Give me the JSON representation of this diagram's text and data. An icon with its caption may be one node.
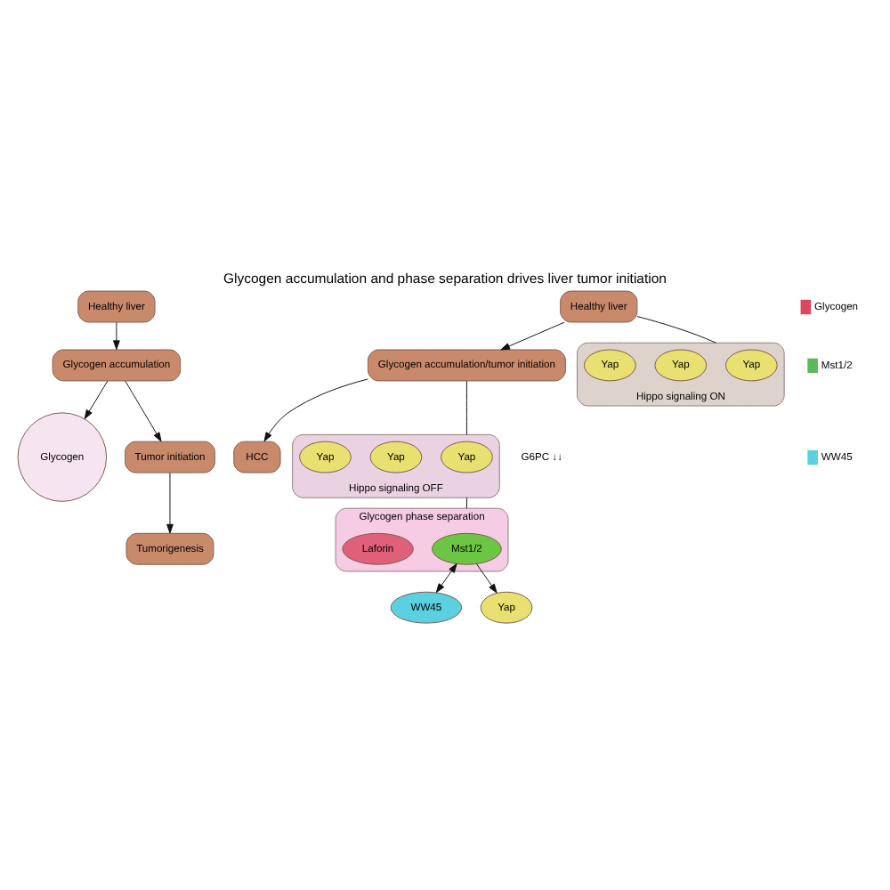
{
  "diagram": {
    "title": "Glycogen accumulation and phase separation drives liver tumor initiation",
    "nodes": [
      {
        "text": [
          "Healthy liver"
        ]
      },
      {
        "text": [
          "Glycogen accumulation"
        ]
      },
      {
        "text": [
          "Glycogen"
        ]
      },
      {
        "text": [
          "Tumor initiation"
        ]
      },
      {
        "text": [
          "Tumorigenesis"
        ]
      },
      {
        "text": [
          "Healthy liver"
        ]
      },
      {
        "text": [
          "Glycogen accumulation/tumor initiation"
        ]
      },
      {
        "text": [
          "HCC"
        ]
      },
      {
        "text": [
          "Hippo signaling ON"
        ]
      },
      {
        "text": [
          "Yap"
        ],
        "in": 8
      },
      {
        "text": [
          "Yap"
        ],
        "in": 8
      },
      {
        "text": [
          "Yap"
        ],
        "in": 8
      },
      {
        "text": [
          "Hippo signaling OFF"
        ]
      },
      {
        "text": [
          "Yap"
        ],
        "in": 12
      },
      {
        "text": [
          "Yap"
        ],
        "in": 12
      },
      {
        "text": [
          "Yap"
        ],
        "in": 12
      },
      {
        "text": [
          "Glycogen phase separation"
        ]
      },
      {
        "text": [
          "Mst1/2"
        ],
        "in": 16
      },
      {
        "text": [
          "Laforin"
        ],
        "in": 16
      },
      {
        "text": [
          "WW45"
        ]
      },
      {
        "text": [
          "Yap"
        ]
      }
    ],
    "edges": [
      {
        "from": 0,
        "to": 1,
        "arrow": "to"
      },
      {
        "from": 1,
        "to": 2,
        "arrow": "to"
      },
      {
        "from": 1,
        "to": 3,
        "arrow": "to"
      },
      {
        "from": 3,
        "to": 4,
        "arrow": "to"
      },
      {
        "from": 5,
        "to": 6,
        "arrow": "to"
      },
      {
        "from": 6,
        "to": 7,
        "arrow": "to"
      },
      {
        "from": 5,
        "to": 8,
        "arrow": "none"
      },
      {
        "from": 6,
        "to": 12,
        "arrow": "none"
      },
      {
        "from": 12,
        "to": 16,
        "arrow": "none"
      },
      {
        "from": 17,
        "to": 19,
        "arrow": "both"
      },
      {
        "from": 17,
        "to": 20,
        "arrow": "to"
      }
    ],
    "labels": [
      "G6PC ↓↓"
    ],
    "legend": [
      {
        "text": "Glycogen",
        "color": "#d9485f"
      },
      {
        "text": "Mst1/2",
        "color": "#5cb85c"
      },
      {
        "text": "WW45",
        "color": "#5bd0e0"
      }
    ]
  }
}
